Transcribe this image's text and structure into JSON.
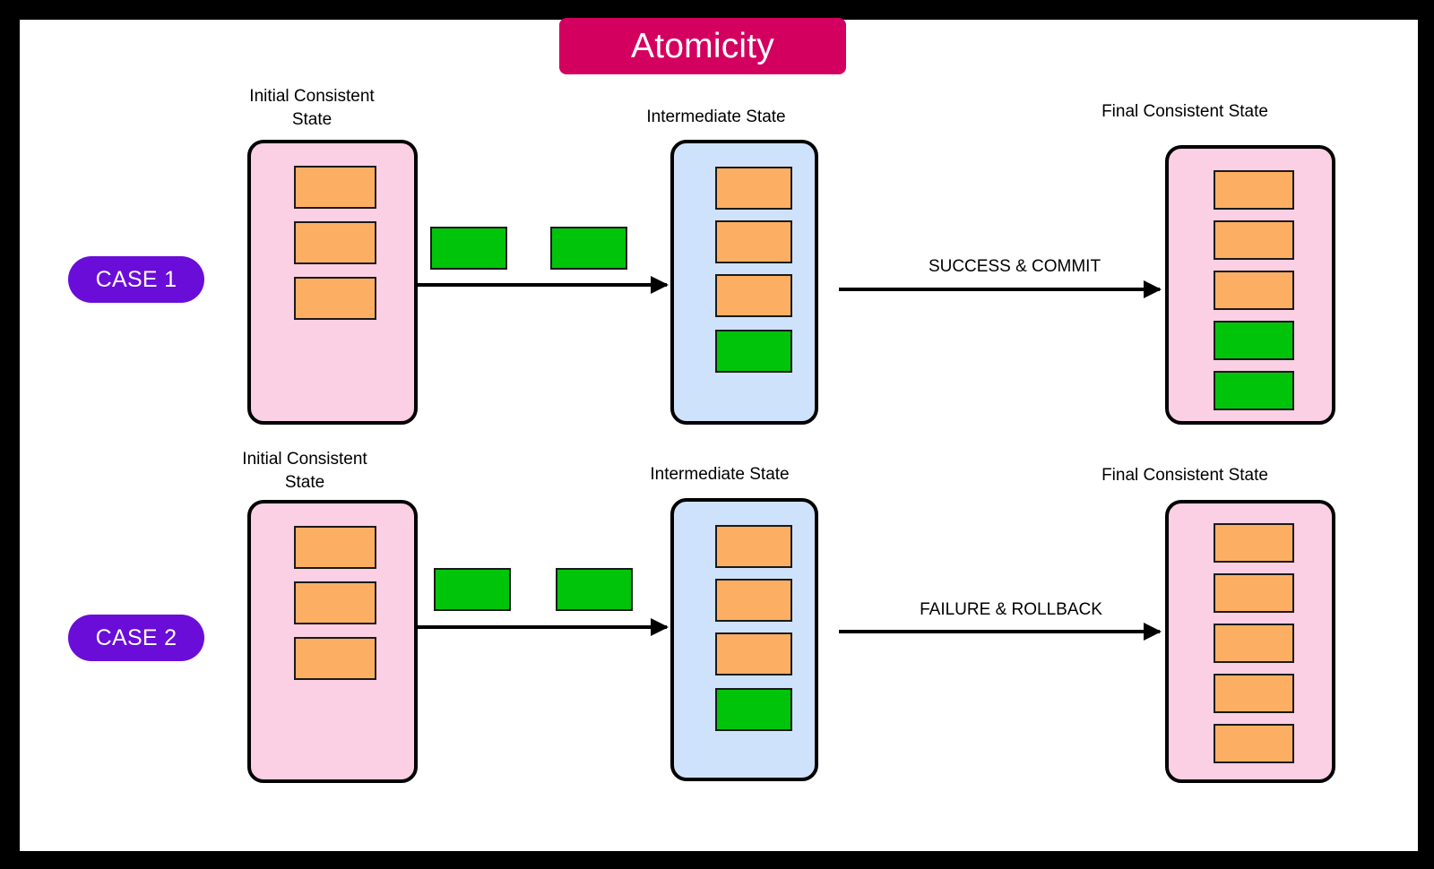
{
  "title": {
    "text": "Atomicity",
    "banner_color": "#D40060",
    "text_color": "#ffffff"
  },
  "colors": {
    "frame": "#000000",
    "canvas": "#ffffff",
    "pink_container": "#FBCFE4",
    "blue_container": "#CFE2FB",
    "orange_item": "#FCAF63",
    "green_item": "#00C40A",
    "case_pill": "#6A0DD8",
    "title_banner": "#D40060"
  },
  "cases": [
    {
      "pill_label": "CASE 1",
      "transition_label": "SUCCESS & COMMIT",
      "initial_state": {
        "label": "Initial Consistent\nState",
        "container": "pink",
        "items": [
          "orange",
          "orange",
          "orange"
        ]
      },
      "pending_ops": [
        "green",
        "green"
      ],
      "intermediate_state": {
        "label": "Intermediate State",
        "container": "blue",
        "items": [
          "orange",
          "orange",
          "orange",
          "green"
        ]
      },
      "final_state": {
        "label": "Final Consistent State",
        "container": "pink",
        "items": [
          "orange",
          "orange",
          "orange",
          "green",
          "green"
        ]
      }
    },
    {
      "pill_label": "CASE 2",
      "transition_label": "FAILURE & ROLLBACK",
      "initial_state": {
        "label": "Initial Consistent\nState",
        "container": "pink",
        "items": [
          "orange",
          "orange",
          "orange"
        ]
      },
      "pending_ops": [
        "green",
        "green"
      ],
      "intermediate_state": {
        "label": "Intermediate State",
        "container": "blue",
        "items": [
          "orange",
          "orange",
          "orange",
          "green"
        ]
      },
      "final_state": {
        "label": "Final Consistent State",
        "container": "pink",
        "items": [
          "orange",
          "orange",
          "orange",
          "orange",
          "orange"
        ]
      }
    }
  ]
}
